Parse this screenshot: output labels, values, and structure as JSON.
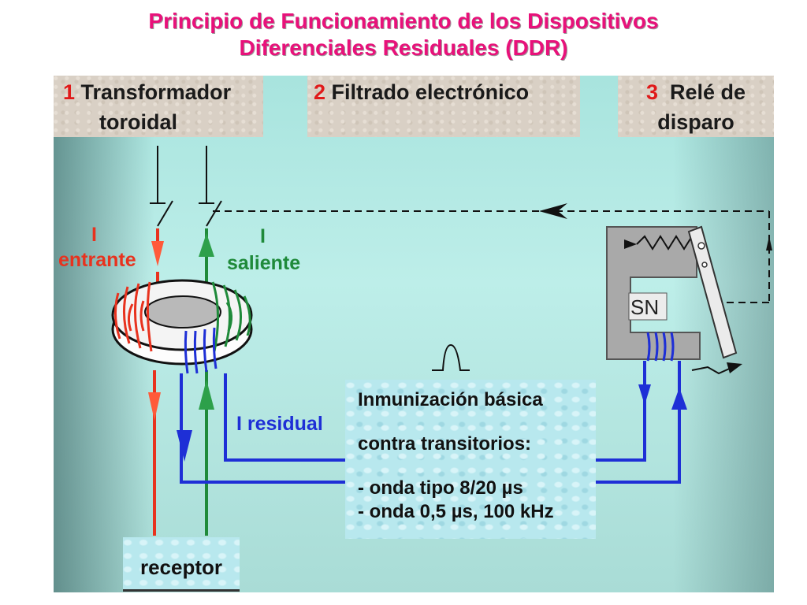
{
  "title": {
    "line1": "Principio de Funcionamiento de los Dispositivos",
    "line2": "Diferenciales Residuales (DDR)"
  },
  "headers": [
    {
      "num": "1",
      "line1": "Transformador",
      "line2": "toroidal"
    },
    {
      "num": "2",
      "line1": "Filtrado electrónico"
    },
    {
      "num": "3",
      "line1": "Relé de",
      "line2": "disparo"
    }
  ],
  "labels": {
    "entrante_1": "I",
    "entrante_2": "entrante",
    "saliente_1": "I",
    "saliente_2": "saliente",
    "residual": "I residual",
    "sn": "SN"
  },
  "info_box": {
    "line1": "Inmunización básica",
    "line2": "contra transitorios:",
    "line3": "- onda tipo 8/20 µs",
    "line4": "- onda 0,5 µs, 100 kHz"
  },
  "receptor": "receptor",
  "colors": {
    "title": "#e8117a",
    "entrante": "#e8321e",
    "saliente": "#1f8a3a",
    "residual": "#1e2fd6"
  }
}
